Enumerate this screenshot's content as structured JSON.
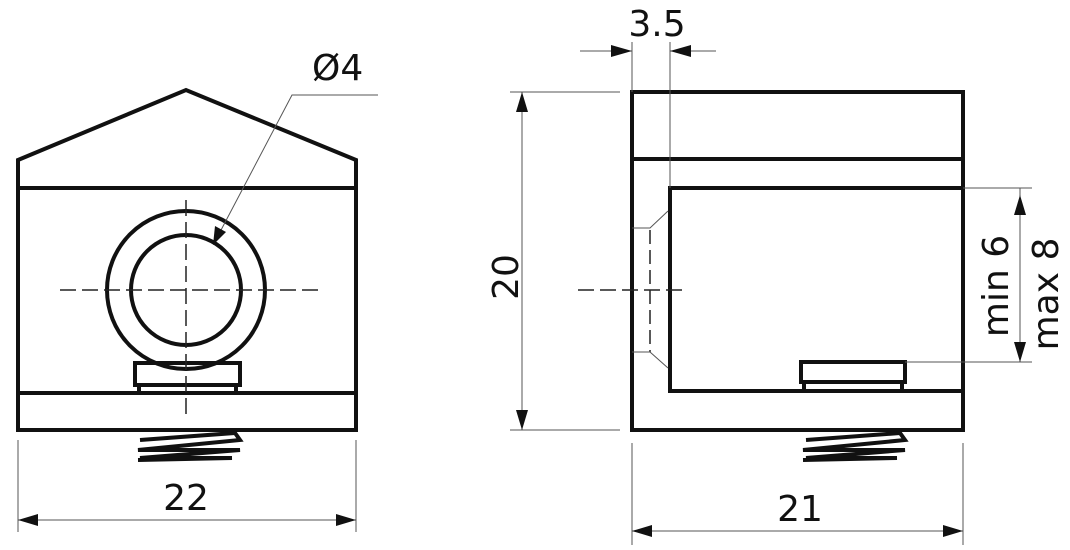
{
  "front_view": {
    "diameter_label": "Ø4",
    "width_label": "22"
  },
  "side_view": {
    "offset_label": "3.5",
    "height_label": "20",
    "gap_min_label": "min 6",
    "gap_max_label": "max 8",
    "width_label": "21"
  }
}
